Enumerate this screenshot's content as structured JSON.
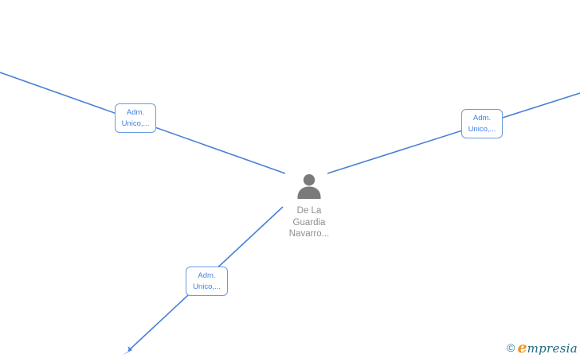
{
  "colors": {
    "background": "#ffffff",
    "edge_blue": "#4a80d9",
    "box_border": "#6b9be0",
    "box_text": "#3f7ee0",
    "icon_gray": "#7a7a7a",
    "name_gray": "#8f8f8f",
    "watermark_copy": "#2e7f9e",
    "watermark_orange": "#f09422",
    "watermark_teal": "#1f6a7d"
  },
  "center_node": {
    "name_full": "De La Guardia Navarro...",
    "name_lines": [
      "De La",
      "Guardia",
      "Navarro..."
    ],
    "icon": "person-icon"
  },
  "edge_labels": [
    {
      "id": "top-left",
      "label_full": "Adm. Unico,...",
      "lines": [
        "Adm.",
        "Unico,..."
      ]
    },
    {
      "id": "top-right",
      "label_full": "Adm. Unico,...",
      "lines": [
        "Adm.",
        "Unico,..."
      ]
    },
    {
      "id": "bottom-left",
      "label_full": "Adm. Unico,...",
      "lines": [
        "Adm.",
        "Unico,..."
      ]
    }
  ],
  "watermark": {
    "copyright_symbol": "©",
    "brand_initial": "e",
    "brand_rest": "mpresia"
  }
}
